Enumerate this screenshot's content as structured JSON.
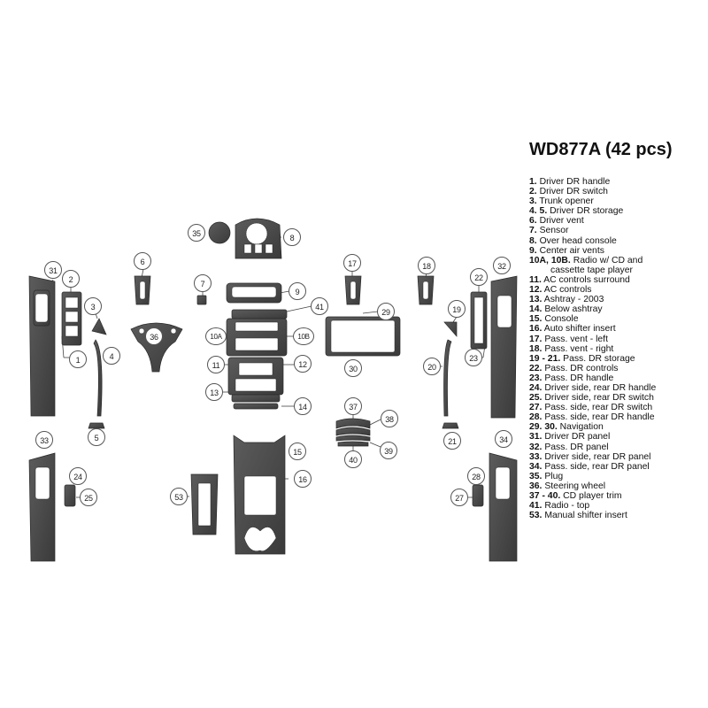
{
  "title": "WD877A (42 pcs)",
  "legend": [
    {
      "num": "1.",
      "text": "Driver DR handle"
    },
    {
      "num": "2.",
      "text": "Driver DR switch"
    },
    {
      "num": "3.",
      "text": "Trunk opener"
    },
    {
      "num": "4. 5.",
      "text": "Driver DR storage"
    },
    {
      "num": "6.",
      "text": "Driver vent"
    },
    {
      "num": "7.",
      "text": "Sensor"
    },
    {
      "num": "8.",
      "text": "Over head console"
    },
    {
      "num": "9.",
      "text": "Center air vents"
    },
    {
      "num": "10A, 10B.",
      "text": "Radio w/ CD and"
    },
    {
      "num": "",
      "text": "cassette tape player"
    },
    {
      "num": "11.",
      "text": "AC controls surround"
    },
    {
      "num": "12.",
      "text": "AC controls"
    },
    {
      "num": "13.",
      "text": "Ashtray - 2003"
    },
    {
      "num": "14.",
      "text": "Below ashtray"
    },
    {
      "num": "15.",
      "text": "Console"
    },
    {
      "num": "16.",
      "text": "Auto shifter insert"
    },
    {
      "num": "17.",
      "text": "Pass. vent - left"
    },
    {
      "num": "18.",
      "text": "Pass. vent - right"
    },
    {
      "num": "19 - 21.",
      "text": "Pass. DR storage"
    },
    {
      "num": "22.",
      "text": "Pass. DR controls"
    },
    {
      "num": "23.",
      "text": "Pass. DR handle"
    },
    {
      "num": "24.",
      "text": "Driver side, rear DR handle"
    },
    {
      "num": "25.",
      "text": "Driver side, rear DR switch"
    },
    {
      "num": "27.",
      "text": "Pass. side, rear DR switch"
    },
    {
      "num": "28.",
      "text": "Pass. side, rear DR handle"
    },
    {
      "num": "29. 30.",
      "text": "Navigation"
    },
    {
      "num": "31.",
      "text": "Driver DR panel"
    },
    {
      "num": "32.",
      "text": "Pass. DR panel"
    },
    {
      "num": "33.",
      "text": "Driver side, rear DR panel"
    },
    {
      "num": "34.",
      "text": "Pass. side, rear DR panel"
    },
    {
      "num": "35.",
      "text": "Plug"
    },
    {
      "num": "36.",
      "text": "Steering wheel"
    },
    {
      "num": "37 - 40.",
      "text": "CD player trim"
    },
    {
      "num": "41.",
      "text": "Radio - top"
    },
    {
      "num": "53.",
      "text": "Manual shifter insert"
    }
  ],
  "callouts": [
    "1",
    "2",
    "3",
    "4",
    "5",
    "6",
    "7",
    "8",
    "9",
    "10A",
    "10B",
    "11",
    "12",
    "13",
    "14",
    "15",
    "16",
    "17",
    "18",
    "19",
    "20",
    "21",
    "22",
    "23",
    "24",
    "25",
    "27",
    "28",
    "29",
    "30",
    "31",
    "32",
    "33",
    "34",
    "35",
    "36",
    "37",
    "38",
    "39",
    "40",
    "41",
    "53"
  ],
  "colors": {
    "part_fill": "#4a4a4a",
    "part_edge": "#2a2a2a",
    "window": "#ffffff",
    "leader": "#444444"
  }
}
